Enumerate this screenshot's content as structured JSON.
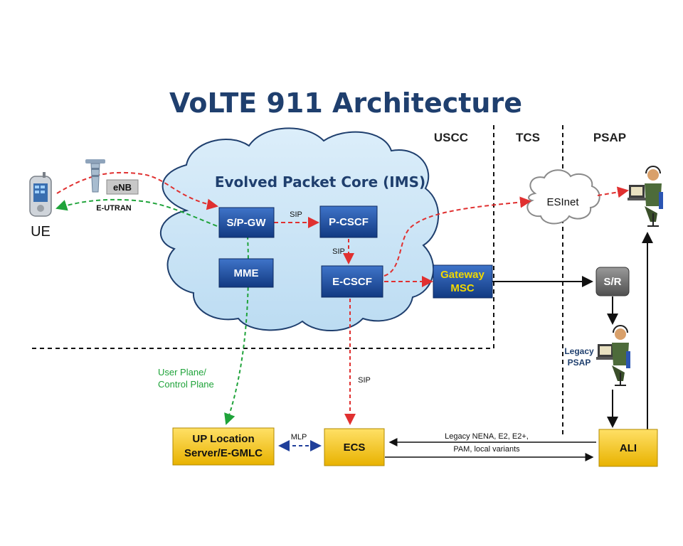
{
  "title": "VoLTE 911 Architecture",
  "regions": {
    "uscc": "USCC",
    "tcs": "TCS",
    "psap": "PSAP"
  },
  "cloud": {
    "title": "Evolved Packet Core (IMS)"
  },
  "nodes": {
    "ue": "UE",
    "enb": "eNB",
    "eutran": "E-UTRAN",
    "spgw": "S/P-GW",
    "pcscf": "P-CSCF",
    "mme": "MME",
    "ecscf": "E-CSCF",
    "gateway_msc": [
      "Gateway",
      "MSC"
    ],
    "esinet": "ESInet",
    "sr": "S/R",
    "legacy_psap": [
      "Legacy",
      "PSAP"
    ],
    "up_location": [
      "UP Location",
      "Server/E-GMLC"
    ],
    "ecs": "ECS",
    "ali": "ALI"
  },
  "labels": {
    "sip_spgw_pcscf": "SIP",
    "sip_pcscf_ecscf": "SIP",
    "sip_ecscf_ecs": "SIP",
    "mlp": "MLP",
    "user_plane": [
      "User Plane/",
      "Control Plane"
    ],
    "legacy_nena": [
      "Legacy NENA, E2, E2+,",
      "PAM, local variants"
    ]
  },
  "colors": {
    "title": "#1f3f6e",
    "cloud_fill": "#cde6f7",
    "cloud_stroke": "#1f3f6e",
    "node_blue": "#1f4e9a",
    "node_yellow": "#f5c518",
    "red_dashed": "#e03030",
    "green_dashed": "#1fa33a",
    "blue_dashed": "#1f3f9a"
  },
  "icons": [
    "phone-icon",
    "antenna-icon",
    "operator-icon"
  ]
}
